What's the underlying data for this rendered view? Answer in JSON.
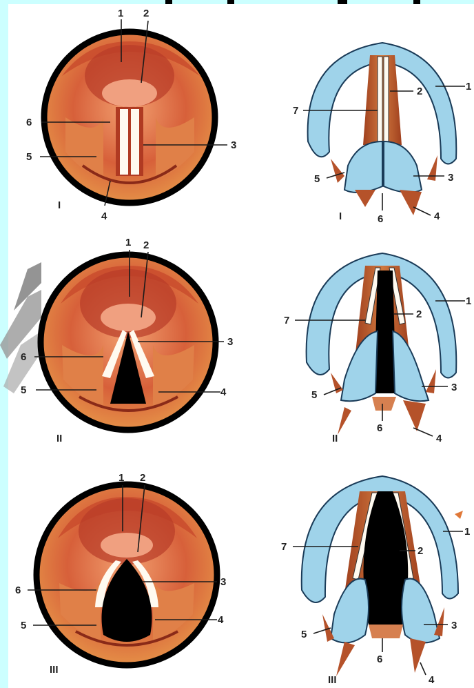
{
  "figure": {
    "rows": [
      {
        "roman": "I",
        "endoscopic_labels": [
          "1",
          "2",
          "3",
          "4",
          "5",
          "6"
        ],
        "schematic_labels": [
          "1",
          "2",
          "3",
          "4",
          "5",
          "6",
          "7"
        ]
      },
      {
        "roman": "II",
        "endoscopic_labels": [
          "1",
          "2",
          "3",
          "4",
          "5",
          "6"
        ],
        "schematic_labels": [
          "1",
          "2",
          "3",
          "4",
          "5",
          "6",
          "7"
        ]
      },
      {
        "roman": "III",
        "endoscopic_labels": [
          "1",
          "2",
          "3",
          "4",
          "5",
          "6"
        ],
        "schematic_labels": [
          "1",
          "2",
          "3",
          "4",
          "5",
          "6",
          "7"
        ]
      }
    ]
  },
  "colors": {
    "background": "#ccffff",
    "cartilage_blue": "#9fd3ea",
    "muscle_red": "#b5522a",
    "tissue_orange": "#e07838",
    "ring_black": "#000000"
  },
  "icons": [
    "decorative-arc-icon"
  ]
}
